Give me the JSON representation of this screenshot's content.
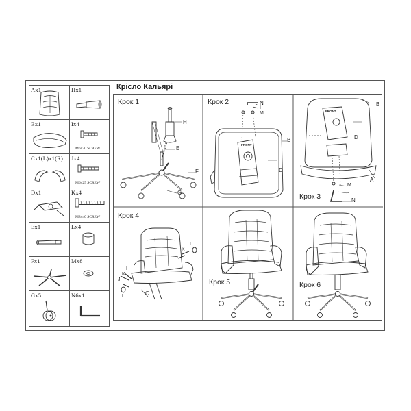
{
  "title": "Крісло Кальярі",
  "parts": [
    {
      "label": "Ax1",
      "note": ""
    },
    {
      "label": "Hx1",
      "note": ""
    },
    {
      "label": "Bx1",
      "note": ""
    },
    {
      "label": "Ix4",
      "note": "M6x20 SCREW"
    },
    {
      "label": "Cx1(L)x1(R)",
      "note": ""
    },
    {
      "label": "Jx4",
      "note": "M6x25 SCREW"
    },
    {
      "label": "Dx1",
      "note": ""
    },
    {
      "label": "Kx4",
      "note": "M8x40 SCREW"
    },
    {
      "label": "Ex1",
      "note": ""
    },
    {
      "label": "Lx4",
      "note": ""
    },
    {
      "label": "Fx1",
      "note": ""
    },
    {
      "label": "Mx8",
      "note": ""
    },
    {
      "label": "Gx5",
      "note": ""
    },
    {
      "label": "N6x1",
      "note": ""
    }
  ],
  "steps": [
    {
      "label": "Крок 1",
      "callouts": [
        "H",
        "E",
        "F",
        "G"
      ]
    },
    {
      "label": "Крок 2",
      "callouts": [
        "N",
        "I",
        "M",
        "B",
        "D"
      ],
      "plate_text": "FRONT"
    },
    {
      "label": "Крок 3",
      "callouts": [
        "B",
        "D",
        "A",
        "M",
        "J",
        "N"
      ],
      "plate_text": "FRONT"
    },
    {
      "label": "Крок 4",
      "callouts": [
        "L",
        "K",
        "I",
        "K",
        "J",
        "L",
        "C"
      ]
    },
    {
      "label": "Крок 5",
      "callouts": []
    },
    {
      "label": "Крок 6",
      "callouts": []
    }
  ],
  "colors": {
    "line": "#333333",
    "border": "#555555",
    "paper": "#ffffff"
  }
}
